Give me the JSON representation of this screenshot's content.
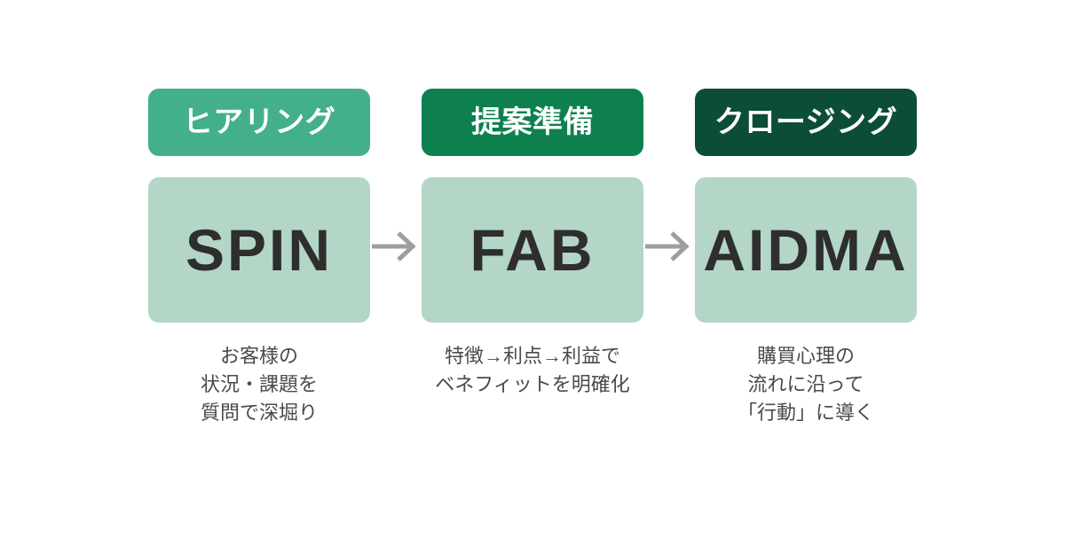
{
  "diagram": {
    "title_present": false,
    "colors": {
      "badge_stage1": "#43b08b",
      "badge_stage2": "#0e8050",
      "badge_stage3": "#0c4d35",
      "body_box": "#b3d6c6",
      "acronym_text": "#2e2e2e",
      "caption_text": "#4a4a4a",
      "arrow": "#9e9e9e",
      "background": "#ffffff"
    },
    "stages": [
      {
        "badge_label": "ヒアリング",
        "badge_color": "#43b08b",
        "acronym": "SPIN",
        "caption_lines": [
          "お客様の",
          "状況・課題を",
          "質問で深堀り"
        ]
      },
      {
        "badge_label": "提案準備",
        "badge_color": "#0e8050",
        "acronym": "FAB",
        "caption_lines": [
          "特徴→利点→利益で",
          "ベネフィットを明確化"
        ]
      },
      {
        "badge_label": "クロージング",
        "badge_color": "#0c4d35",
        "acronym": "AIDMA",
        "caption_lines": [
          "購買心理の",
          "流れに沿って",
          "「行動」に導く"
        ]
      }
    ],
    "connectors": [
      {
        "icon": "arrow-right-icon"
      },
      {
        "icon": "arrow-right-icon"
      }
    ]
  }
}
